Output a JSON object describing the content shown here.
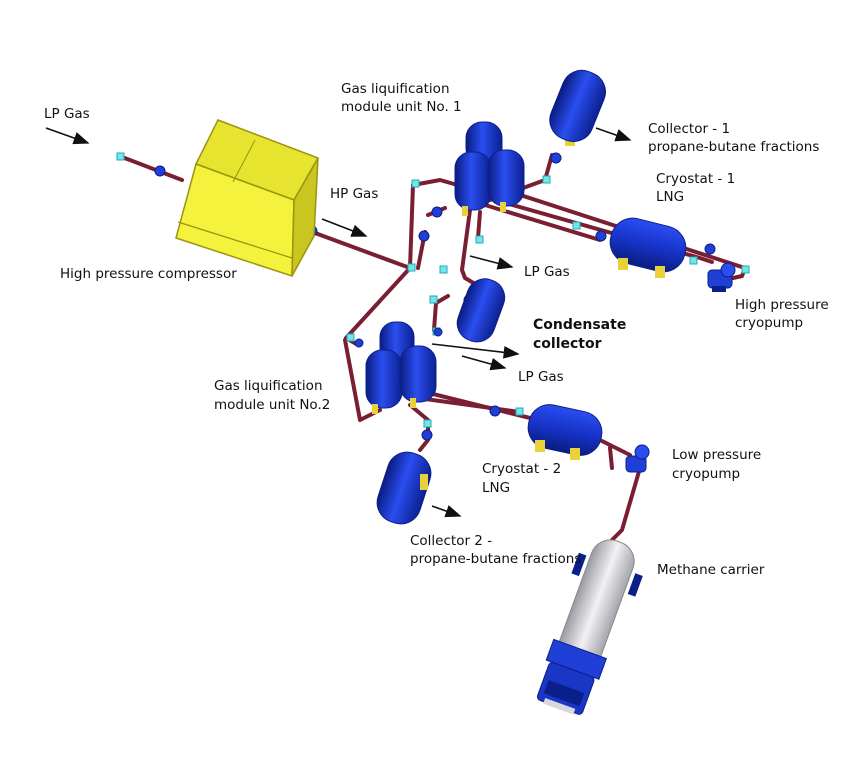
{
  "labels": {
    "lp_gas_in": "LP Gas",
    "hp_compressor": "High pressure compressor",
    "hp_gas": "HP Gas",
    "module1_l1": "Gas liquification",
    "module1_l2": "module unit No. 1",
    "collector1_l1": "Collector - 1",
    "collector1_l2": "propane-butane fractions",
    "cryostat1_l1": "Cryostat - 1",
    "cryostat1_l2": "LNG",
    "lp_gas_1": "LP Gas",
    "hp_cryopump_l1": "High pressure",
    "hp_cryopump_l2": "cryopump",
    "condensate_l1": "Condensate",
    "condensate_l2": "collector",
    "lp_gas_2": "LP Gas",
    "module2_l1": "Gas liquification",
    "module2_l2": "module unit No.2",
    "lp_cryopump_l1": "Low pressure",
    "lp_cryopump_l2": "cryopump",
    "cryostat2_l1": "Cryostat - 2",
    "cryostat2_l2": "LNG",
    "collector2_l1": "Collector 2 -",
    "collector2_l2": "propane-butane fractions",
    "methane_carrier": "Methane carrier"
  },
  "colors": {
    "pipe": "#7a1e32",
    "vessel": "#1f3fd6",
    "vessel_dark": "#0b1f8a",
    "compressor": "#f2f03a",
    "support": "#e8d23a",
    "tanker": "#cfcfd4",
    "fitting": "#6fe6ea"
  }
}
